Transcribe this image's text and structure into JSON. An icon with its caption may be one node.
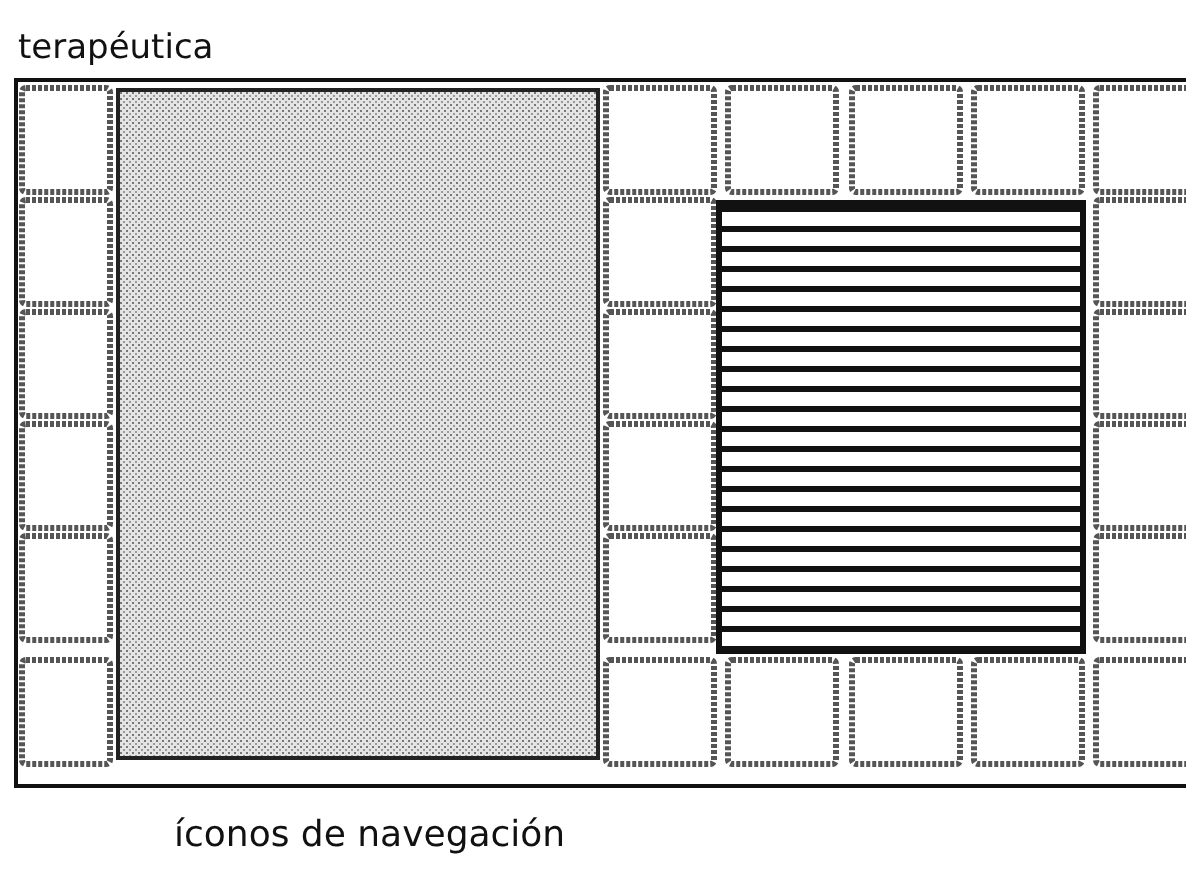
{
  "diagram": {
    "nodes": [
      {
        "text": [
          "terapéutica"
        ]
      },
      {
        "text": [],
        "shape": "box"
      },
      {
        "text": [],
        "shape": "box"
      },
      {
        "text": [
          "íconos de navegación"
        ]
      }
    ]
  }
}
